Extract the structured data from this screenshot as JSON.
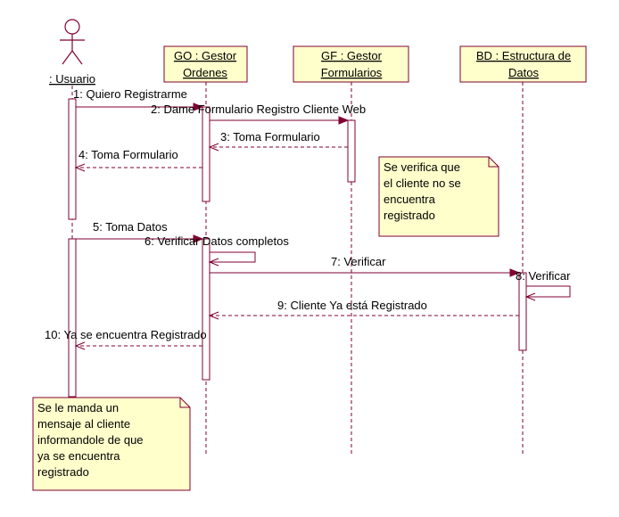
{
  "colors": {
    "line": "#800033",
    "box_fill": "#ffffcc",
    "activation_fill": "#ffffff",
    "text": "#000000"
  },
  "actor": {
    "label": ": Usuario",
    "icon": "stick-figure-icon"
  },
  "objects": [
    {
      "id": "go",
      "lines": [
        "GO : Gestor",
        "Ordenes"
      ]
    },
    {
      "id": "gf",
      "lines": [
        "GF : Gestor",
        "Formularios"
      ]
    },
    {
      "id": "bd",
      "lines": [
        "BD : Estructura de",
        "Datos"
      ]
    }
  ],
  "messages": [
    {
      "label": "1: Quiero Registrarme"
    },
    {
      "label": "2: Dame Formulario Registro Cliente Web"
    },
    {
      "label": "3: Toma Formulario"
    },
    {
      "label": "4: Toma Formulario"
    },
    {
      "label": "5: Toma Datos"
    },
    {
      "label": "6: Verificar Datos completos"
    },
    {
      "label": "7: Verificar"
    },
    {
      "label": "8: Verificar"
    },
    {
      "label": "9: Cliente Ya está Registrado"
    },
    {
      "label": "10: Ya se encuentra Registrado"
    }
  ],
  "notes": [
    {
      "id": "note-verify",
      "lines": [
        "Se verifica que",
        "el cliente no se",
        "encuentra",
        "registrado"
      ]
    },
    {
      "id": "note-message",
      "lines": [
        "Se le manda un",
        "mensaje al cliente",
        "informandole de que",
        "ya se encuentra",
        "registrado"
      ]
    }
  ]
}
